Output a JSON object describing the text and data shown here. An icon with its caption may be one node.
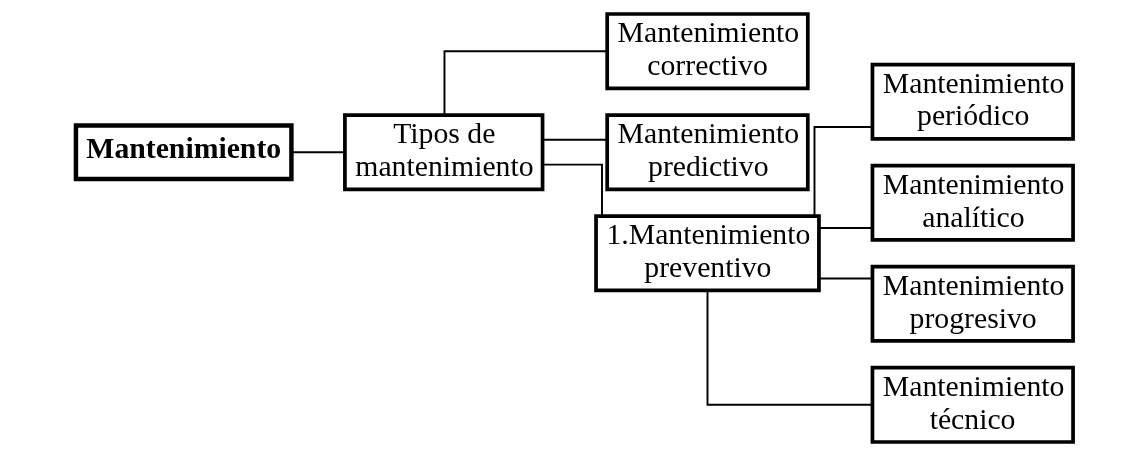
{
  "diagram": {
    "nodes": [
      {
        "text": [
          "Mantenimiento"
        ]
      },
      {
        "text": [
          "Tipos de mantenimiento"
        ]
      },
      {
        "text": [
          "Mantenimiento correctivo"
        ]
      },
      {
        "text": [
          "Mantenimiento predictivo"
        ]
      },
      {
        "text": [
          "1.Mantenimiento preventivo"
        ]
      },
      {
        "text": [
          "Mantenimiento periódico"
        ]
      },
      {
        "text": [
          "Mantenimiento analítico"
        ]
      },
      {
        "text": [
          "Mantenimiento progresivo"
        ]
      },
      {
        "text": [
          "Mantenimiento técnico"
        ]
      }
    ],
    "edges": [
      {
        "from": 0,
        "to": 1,
        "arrow": "none"
      },
      {
        "from": 1,
        "to": 2,
        "arrow": "none"
      },
      {
        "from": 1,
        "to": 3,
        "arrow": "none"
      },
      {
        "from": 1,
        "to": 4,
        "arrow": "none"
      },
      {
        "from": 4,
        "to": 5,
        "arrow": "none"
      },
      {
        "from": 4,
        "to": 6,
        "arrow": "none"
      },
      {
        "from": 4,
        "to": 7,
        "arrow": "none"
      },
      {
        "from": 4,
        "to": 8,
        "arrow": "none"
      }
    ]
  }
}
